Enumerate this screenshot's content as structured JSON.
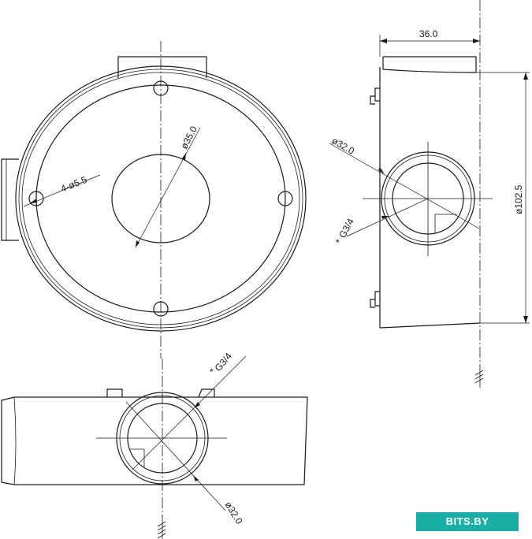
{
  "dimensions": {
    "width_top": "36.0",
    "height_side": "ø102.5",
    "bolt_holes": "4-ø5.5",
    "center_hole": "ø35.0",
    "port_diameter_side": "ø32.0",
    "thread_side": "G3/4",
    "thread_bottom": "G3/4",
    "port_diameter_bottom": "ø32.0",
    "thread_marker": "*"
  },
  "watermark": {
    "text": "BITS.BY",
    "color": "#1aaea7"
  }
}
